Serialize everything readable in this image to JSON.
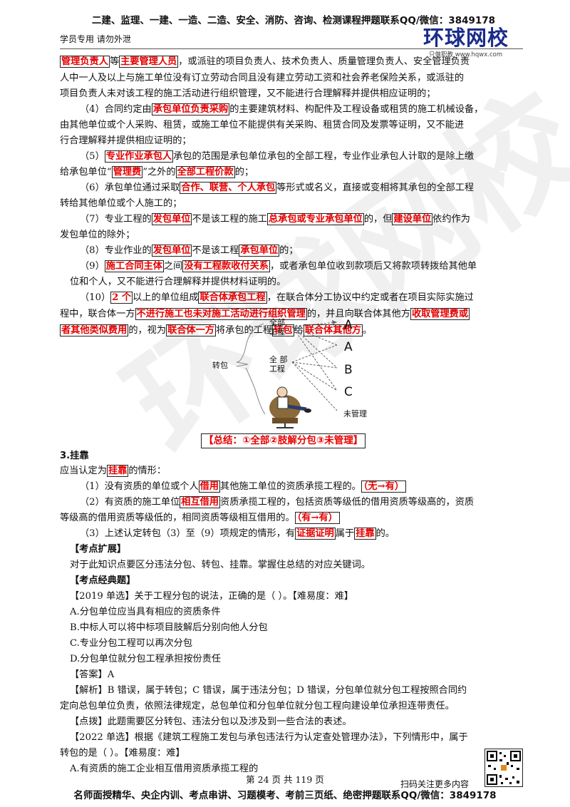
{
  "header": {
    "top_banner": "二建、监理、一建、一造、二造、安全、消防、咨询、检测课程押题联系QQ/微信：3849178",
    "left_note": "学员专用 请勿外泄",
    "logo_main": "环球网校",
    "logo_sub": "只做职教 www.hqwx.com"
  },
  "lines": {
    "l1a": "管理负责人",
    "l1b": "等",
    "l1c": "主要管理人员",
    "l1d": "，或派驻的项目负责人、技术负责人、质量管理负责人、安全管理负责",
    "l2": "人中一人及以上与施工单位没有订立劳动合同且没有建立劳动工资和社会养老保险关系，或派驻的",
    "l3": "项目负责人未对该工程的施工活动进行组织管理，又不能进行合理解释并提供相应证明的；",
    "l4a": "（4）合同约定由",
    "l4b": "承包单位负责采购",
    "l4c": "的主要建筑材料、构配件及工程设备或租赁的施工机械设备，",
    "l5": "由其他单位或个人采购、租赁，或施工单位不能提供有关采购、租赁合同及发票等证明，又不能进",
    "l6": "行合理解释并提供相应证明的；",
    "l7a": "（5）",
    "l7b": "专业作业承包人",
    "l7c": "承包的范围是承包单位承包的全部工程，专业作业承包人计取的是除上缴",
    "l8a": "给承包单位“",
    "l8b": "管理费",
    "l8c": "”之外的",
    "l8d": "全部工程价款",
    "l8e": "的；",
    "l9a": "（6）承包单位通过采取",
    "l9b": "合作、联营、个人承包",
    "l9c": "等形式或名义，直接或变相将其承包的全部工程",
    "l10": "转给其他单位或个人施工的；",
    "l11a": "（7）专业工程的",
    "l11b": "发包单位",
    "l11c": "不是该工程的施工",
    "l11d": "总承包或专业承包单位",
    "l11e": "的，但",
    "l11f": "建设单位",
    "l11g": "依约作为",
    "l12": "发包单位的除外；",
    "l13a": "（8）专业作业的",
    "l13b": "发包单位",
    "l13c": "不是该工程",
    "l13d": "承包单位",
    "l13e": "的；",
    "l14a": "（9）",
    "l14b": "施工合同主体",
    "l14c": "之间",
    "l14d": "没有工程款收付关系",
    "l14e": "，或者承包单位收到款项后又将款项转拨给其他单",
    "l15": "位和个人，又不能进行合理解释并提供材料证明的。",
    "l16a": "（10）",
    "l16b": "2 个",
    "l16c": "以上的单位组成",
    "l16d": "联合体承包工程",
    "l16e": "，在联合体分工协议中约定或者在项目实际实施过",
    "l17a": "程中，联合体一方",
    "l17b": "不进行施工也未对施工活动进行组织管理",
    "l17c": "的，并且向联合体其他方",
    "l17d": "收取管理费或",
    "l18a": "者其他类似费用",
    "l18b": "的，视为",
    "l18c": "联合体一方",
    "l18d": "将承包的工程",
    "l18e": "转包",
    "l18f": "给",
    "l18g": "联合体其他方",
    "l18h": "。"
  },
  "diagram": {
    "center": "转包",
    "top": "全部\n工程",
    "middle": "全 部\n工程",
    "letters": [
      "A",
      "A",
      "B",
      "C"
    ],
    "unmanaged": "未管理",
    "summary": "【总结：①全部②肢解分包③未管理】"
  },
  "section": {
    "title": "3.挂靠",
    "intro_a": "应当认定为",
    "intro_b": "挂靠",
    "intro_c": "的情形：",
    "p1a": "（1）没有资质的单位或个人",
    "p1b": "借用",
    "p1c": "其他施工单位的资质承揽工程的。",
    "p1d": "（无→有）",
    "p2a": "（2）有资质的施工单位",
    "p2b": "相互借用",
    "p2c": "资质承揽工程的，包括资质等级低的借用资质等级高的，资质",
    "p2d": "等级高的借用资质等级低的，相同资质等级相互借用的。",
    "p2e": "（有→有）",
    "p3a": "（3）上述认定转包（3）至（9）项规定的情形，有",
    "p3b": "证据证明",
    "p3c": "属于",
    "p3d": "挂靠",
    "p3e": "的。",
    "ext_title": "【考点扩展】",
    "ext_text": "对于此知识点要区分违法分包、转包、挂靠。掌握住总结的对应关键词。",
    "classic_title": "【考点经典题】"
  },
  "q1": {
    "stem": "【2019 单选】关于工程分包的说法，正确的是（  ）。【难易度：难】",
    "options": [
      "A.分包单位应当具有相应的资质条件",
      "B.中标人可以将中标项目肢解后分别向他人分包",
      "C.专业分包工程可以再次分包",
      "D.分包单位就分包工程承担按份责任"
    ],
    "answer": "【答案】A",
    "analysis1": "【解析】B 错误，属于转包；C 错误，属于违法分包；D 错误，分包单位就分包工程按照合同约",
    "analysis2": "定向总包单位负责，依照法律规定，总包单位和分包单位就分包工程向建设单位承担连带责任。",
    "tip": "【点拨】此题需要区分转包、违法分包以及涉及到一些合法的表述。"
  },
  "q2": {
    "stem1": "【2022 单选】根据《建筑工程施工发包与承包违法行为认定查处管理办法》，下列情形中，属于",
    "stem2": "转包的是（  ）。【难易度：难】",
    "optionA": "A.有资质的施工企业相互借用资质承揽工程的"
  },
  "footer": {
    "qr_note": "扫码关注更多内容",
    "page_info": "第 24 页 共 119 页",
    "bottom_banner": "名师面授精华、央企内训、考点串讲、习题模考、考前三页纸、绝密押题联系QQ/微信：3849178"
  }
}
